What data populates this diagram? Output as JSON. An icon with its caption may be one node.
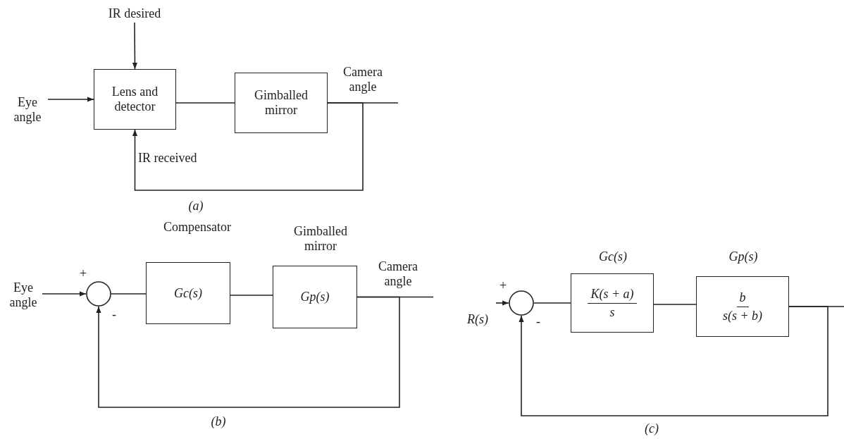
{
  "diagram": {
    "nodes": [
      {
        "text": [
          "IR desired"
        ]
      },
      {
        "text": [
          "Eye angle"
        ]
      },
      {
        "text": [
          "Lens and detector"
        ]
      },
      {
        "text": [
          "Gimballed mirror"
        ]
      },
      {
        "text": [
          "Eye angle"
        ]
      },
      {
        "text": [],
        "shape": "circle"
      },
      {
        "text": [
          "Gc(s)"
        ],
        "beside": [
          "Compensator"
        ]
      },
      {
        "text": [
          "Gp(s)"
        ],
        "beside": [
          "Gimballed mirror"
        ]
      },
      {
        "text": [
          "R(s)"
        ]
      },
      {
        "text": [],
        "shape": "circle"
      },
      {
        "text": [
          "K(s + a)",
          "s"
        ],
        "beside": [
          "Gc(s)"
        ]
      },
      {
        "text": [
          "b",
          "s(s + b)"
        ],
        "beside": [
          "Gp(s)"
        ]
      }
    ],
    "edges": [
      {
        "from": 0,
        "to": 2,
        "arrow": "to"
      },
      {
        "from": 1,
        "to": 2,
        "arrow": "to"
      },
      {
        "from": 2,
        "to": 3,
        "arrow": "none"
      },
      {
        "from": 3,
        "to": null,
        "arrow": "none"
      },
      {
        "from": 3,
        "to": 2,
        "arrow": "to",
        "label": "IR received"
      },
      {
        "from": 4,
        "to": 5,
        "arrow": "to"
      },
      {
        "from": 5,
        "to": 6,
        "arrow": "none"
      },
      {
        "from": 6,
        "to": 7,
        "arrow": "none"
      },
      {
        "from": 7,
        "to": null,
        "arrow": "none"
      },
      {
        "from": 7,
        "to": 5,
        "arrow": "to"
      },
      {
        "from": 8,
        "to": 9,
        "arrow": "to"
      },
      {
        "from": 9,
        "to": 10,
        "arrow": "none"
      },
      {
        "from": 10,
        "to": 11,
        "arrow": "none"
      },
      {
        "from": 11,
        "to": null,
        "arrow": "none"
      },
      {
        "from": 11,
        "to": 9,
        "arrow": "to"
      }
    ],
    "labels": [
      "Camera angle",
      "(a)",
      "+",
      "-",
      "Camera angle",
      "(b)",
      "+",
      "-",
      "(c)"
    ]
  }
}
